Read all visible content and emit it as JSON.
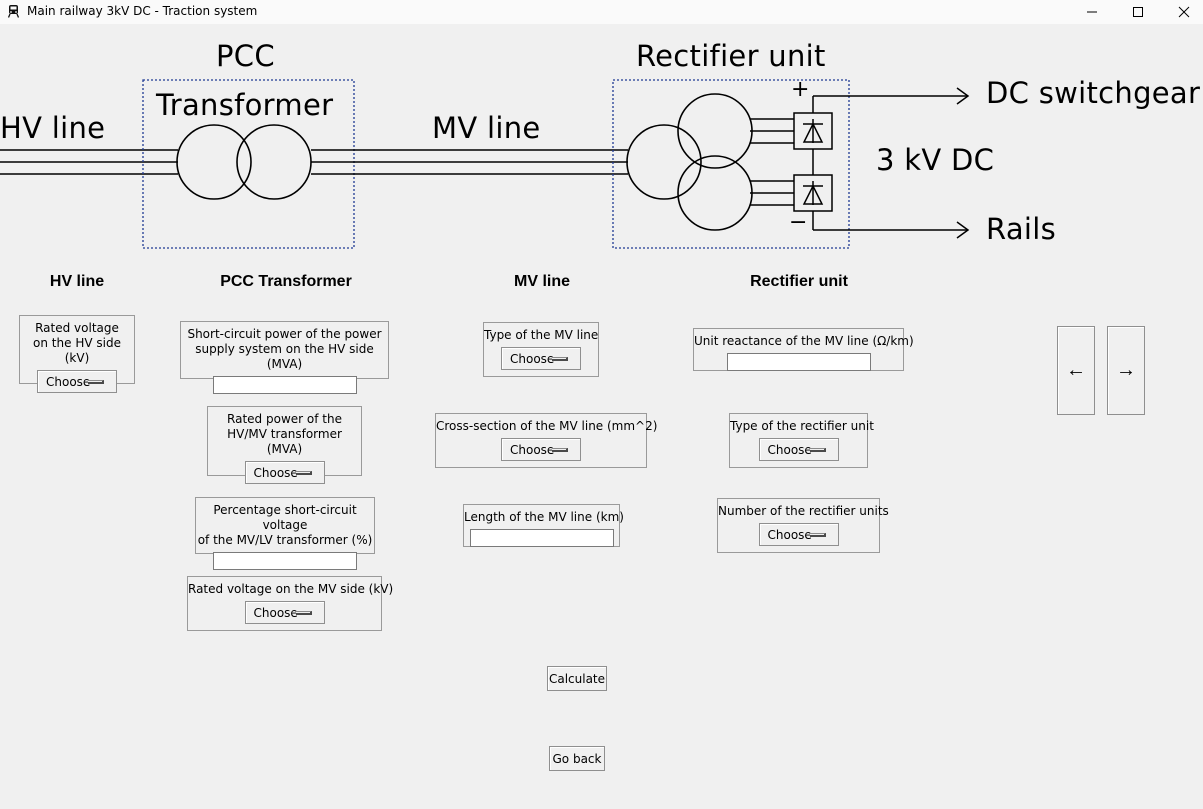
{
  "window": {
    "title": "Main railway 3kV DC - Traction system",
    "icon": "train-icon"
  },
  "diagram": {
    "hv_line": "HV line",
    "pcc": "PCC",
    "transformer": "Transformer",
    "mv_line": "MV line",
    "rectifier_unit": "Rectifier unit",
    "dc_switchgear": "DC switchgear",
    "dc_voltage": "3 kV DC",
    "rails": "Rails",
    "plus": "+",
    "minus": "−"
  },
  "sections": {
    "hv_line": "HV line",
    "pcc_transformer": "PCC Transformer",
    "mv_line": "MV line",
    "rectifier_unit": "Rectifier unit"
  },
  "fields": {
    "hv_rated_voltage": {
      "label": "Rated voltage\non the HV side (kV)",
      "value": "Choose"
    },
    "short_circuit_power": {
      "label": "Short-circuit power of the power\nsupply system on the HV side (MVA)",
      "value": ""
    },
    "rated_power": {
      "label": "Rated power of the\nHV/MV transformer (MVA)",
      "value": "Choose"
    },
    "pct_sc_voltage": {
      "label": "Percentage short-circuit voltage\nof the MV/LV transformer (%)",
      "value": ""
    },
    "mv_rated_voltage": {
      "label": "Rated voltage on the MV side (kV)",
      "value": "Choose"
    },
    "mv_line_type": {
      "label": "Type of the MV line",
      "value": "Choose"
    },
    "mv_cross_section": {
      "label": "Cross-section of the MV line (mm^2)",
      "value": "Choose"
    },
    "mv_length": {
      "label": "Length of the MV line (km)",
      "value": ""
    },
    "unit_reactance": {
      "label": "Unit reactance of the MV line (Ω/km)",
      "value": ""
    },
    "rectifier_type": {
      "label": "Type of the rectifier unit",
      "value": "Choose"
    },
    "rectifier_count": {
      "label": "Number of the rectifier units",
      "value": "Choose"
    }
  },
  "buttons": {
    "calculate": "Calculate",
    "go_back": "Go back",
    "prev": "←",
    "next": "→"
  }
}
